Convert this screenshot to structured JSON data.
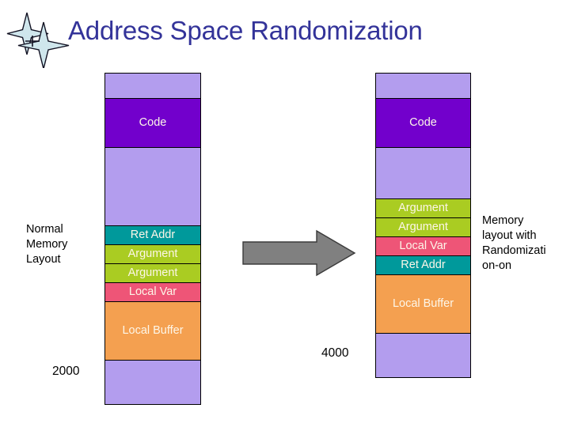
{
  "slide": {
    "title": "Address Space Randomization",
    "title_color": "#333399",
    "logo_icon": "sparkle-star-icon"
  },
  "palette": {
    "empty": "#B39DEE",
    "code": "#7200CC",
    "ret_addr": "#00999B",
    "argument": "#AACC22",
    "local_var": "#EE5577",
    "local_buffer": "#F4A050",
    "arrow": "#808080",
    "outline": "#000000",
    "label_text": "#FDF6E8"
  },
  "left_column": {
    "caption": "Normal\nMemory\nLayout",
    "caption_lines": [
      "Normal",
      "Memory",
      "Layout"
    ],
    "address_label": "2000",
    "blocks": [
      {
        "label": "",
        "region": "empty-top",
        "color": "#B39DEE",
        "height": 33
      },
      {
        "label": "Code",
        "region": "code",
        "color": "#7200CC",
        "height": 63
      },
      {
        "label": "",
        "region": "empty-gap",
        "color": "#B39DEE",
        "height": 100
      },
      {
        "label": "Ret Addr",
        "region": "ret-addr",
        "color": "#00999B",
        "height": 25
      },
      {
        "label": "Argument",
        "region": "argument-1",
        "color": "#AACC22",
        "height": 25
      },
      {
        "label": "Argument",
        "region": "argument-2",
        "color": "#AACC22",
        "height": 25
      },
      {
        "label": "Local Var",
        "region": "local-var",
        "color": "#EE5577",
        "height": 25
      },
      {
        "label": "Local Buffer",
        "region": "local-buffer",
        "color": "#F4A050",
        "height": 75
      },
      {
        "label": "",
        "region": "empty-bottom",
        "color": "#B39DEE",
        "height": 57
      }
    ]
  },
  "right_column": {
    "caption": "Memory layout with Randomizati on-on",
    "caption_lines": [
      "Memory",
      "layout with",
      "Randomizati",
      "on-on"
    ],
    "address_label": "4000",
    "blocks": [
      {
        "label": "",
        "region": "empty-top",
        "color": "#B39DEE",
        "height": 33
      },
      {
        "label": "Code",
        "region": "code",
        "color": "#7200CC",
        "height": 63
      },
      {
        "label": "",
        "region": "empty-gap",
        "color": "#B39DEE",
        "height": 66
      },
      {
        "label": "Argument",
        "region": "argument-1",
        "color": "#AACC22",
        "height": 25
      },
      {
        "label": "Argument",
        "region": "argument-2",
        "color": "#AACC22",
        "height": 25
      },
      {
        "label": "Local Var",
        "region": "local-var",
        "color": "#EE5577",
        "height": 25
      },
      {
        "label": "Ret Addr",
        "region": "ret-addr",
        "color": "#00999B",
        "height": 25
      },
      {
        "label": "Local Buffer",
        "region": "local-buffer",
        "color": "#F4A050",
        "height": 75
      },
      {
        "label": "",
        "region": "empty-bottom",
        "color": "#B39DEE",
        "height": 57
      }
    ]
  },
  "arrow": {
    "direction": "right",
    "icon": "right-arrow-icon"
  }
}
